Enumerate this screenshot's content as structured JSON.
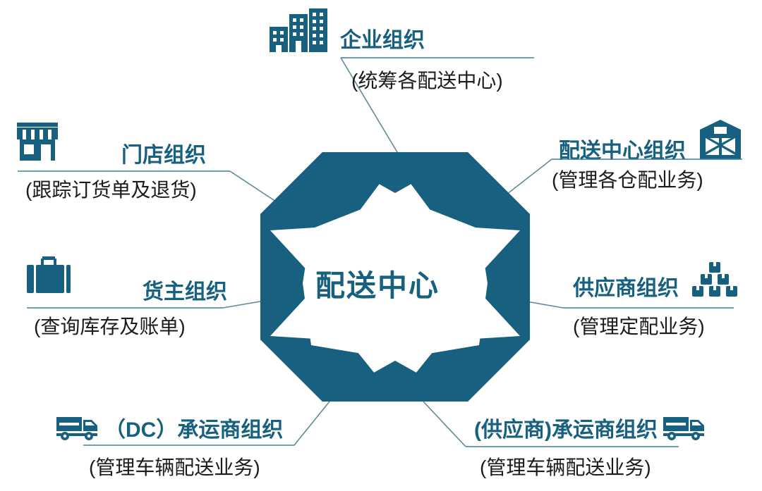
{
  "theme": {
    "teal": "#17607f",
    "teal_dark": "#115b79",
    "line": "#5f8a9b",
    "underline": "#3d7f96",
    "text_dark": "#1b1b1b",
    "background": "#ffffff"
  },
  "center": {
    "label": "配送中心",
    "shape": "eight-point-star-burst"
  },
  "nodes": [
    {
      "id": "enterprise",
      "title": "企业组织",
      "subtitle": "(统筹各配送中心)",
      "icon": "buildings-icon",
      "icon_side": "left",
      "position": "top"
    },
    {
      "id": "dc-org",
      "title": "配送中心组织",
      "subtitle": "(管理各仓配业务)",
      "icon": "warehouse-barn-icon",
      "icon_side": "right",
      "position": "top-right"
    },
    {
      "id": "supplier",
      "title": "供应商组织",
      "subtitle": "(管理定配业务)",
      "icon": "stacked-boxes-icon",
      "icon_side": "right",
      "position": "right"
    },
    {
      "id": "supplier-carrier",
      "title": "(供应商)承运商组织",
      "subtitle": "(管理车辆配送业务)",
      "icon": "truck-icon",
      "icon_side": "right",
      "position": "bottom-right"
    },
    {
      "id": "dc-carrier",
      "title": "（DC）承运商组织",
      "subtitle": "(管理车辆配送业务)",
      "icon": "truck-icon",
      "icon_side": "left",
      "position": "bottom-left"
    },
    {
      "id": "cargo-owner",
      "title": "货主组织",
      "subtitle": "(查询库存及账单)",
      "icon": "briefcase-icon",
      "icon_side": "left",
      "position": "left"
    },
    {
      "id": "store",
      "title": "门店组织",
      "subtitle": "(跟踪订货单及退货)",
      "icon": "storefront-icon",
      "icon_side": "left",
      "position": "top-left"
    }
  ]
}
